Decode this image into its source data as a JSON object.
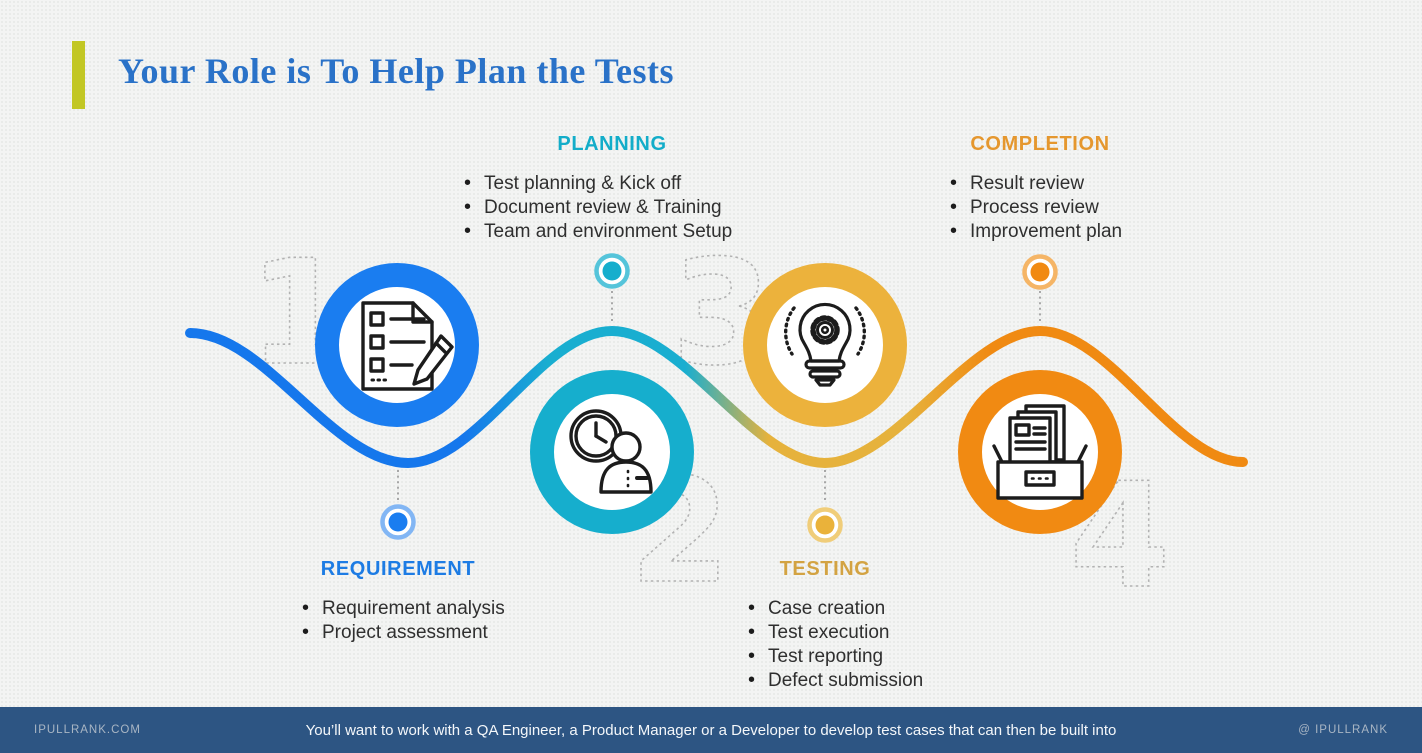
{
  "slide": {
    "title": "Your Role is To Help Plan the Tests",
    "title_color": "#2a72c8",
    "accent_bar_color": "#c2c724",
    "background_color": "#f3f4f3"
  },
  "stages": [
    {
      "number": "1",
      "label": "REQUIREMENT",
      "label_color": "#1d7ce4",
      "circle_color": "#1a7df0",
      "icon": "checklist-pen-icon",
      "items": [
        "Requirement analysis",
        "Project assessment"
      ]
    },
    {
      "number": "2",
      "label": "PLANNING",
      "label_color": "#12adc9",
      "circle_color": "#16aecd",
      "icon": "clock-person-icon",
      "items": [
        "Test planning & Kick off",
        "Document review & Training",
        "Team and environment Setup"
      ]
    },
    {
      "number": "3",
      "label": "TESTING",
      "label_color": "#d3a342",
      "circle_color": "#ecb23c",
      "icon": "lightbulb-gear-icon",
      "items": [
        "Case creation",
        "Test execution",
        "Test reporting",
        "Defect submission"
      ]
    },
    {
      "number": "4",
      "label": "COMPLETION",
      "label_color": "#e5972e",
      "circle_color": "#f18a12",
      "icon": "archive-documents-icon",
      "items": [
        "Result review",
        "Process review",
        "Improvement plan"
      ]
    }
  ],
  "footer": {
    "left": "IPULLRANK.COM",
    "center": "You’ll want to work with a QA Engineer, a Product Manager or a Developer to develop test cases that can then be built into",
    "right": "@ IPULLRANK",
    "background_color": "#2d5583"
  }
}
